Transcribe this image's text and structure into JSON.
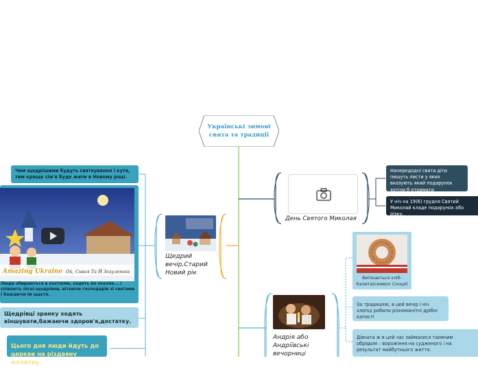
{
  "central_topic": {
    "line1": "Українські зимові",
    "line2": "свята та традиції"
  },
  "left_branch": {
    "topic_label_lines": [
      "Щедрий",
      "вечір,Старий",
      "Новий рік"
    ],
    "note_top": "Чим щедрішими будуть святкування і кутя, тим краще сім'я буде жити в Новому році.",
    "video_title_left": "Amazing Ukraine",
    "video_title_right": "Ой, Сивая Та Й Зозуленька",
    "video_caption": "Люди збираються в костюми, ходять по оселях... і співають пісні-щедрівки, вітаючи господарів зі святами і бажаючи їм щастя.",
    "note_wish": "Щедрівці зранку ходять віншувати,бажаючи здоров'я,достатку.",
    "note_church": "Цього дня люди йдуть до церкви на різдвяну молитву."
  },
  "right_branch_nicholas": {
    "topic_label": "День Святого Миколая",
    "camera_icon": "camera-icon",
    "note_1": "Напередодні свята діти пишуть листи у яких вказують який подарунок хотіли б отримати",
    "note_2": "У ніч на 19(6) грудня Святий Миколай кладе подарунок або різку."
  },
  "right_branch_andrew": {
    "topic_label_lines": [
      "Андрія або",
      "Андріївські",
      "вечорниці"
    ],
    "kalyta_caption": "Випікається хліб-Калита(символ Сонця)",
    "note_1": "За традицією, в цей вечір і ніч хлопці робили різноманітні дрібні капості",
    "note_2": "Дівчата ж в цей час займалися таємним обрядом – ворожіння на судженого і на результат майбутнього життя."
  },
  "colors": {
    "central_text": "#3d9cc4",
    "connector_green": "#8bc34a",
    "connector_orange": "#f4a93b",
    "connector_navy": "#2d4a5f",
    "connector_blue": "#5bb2d0"
  }
}
